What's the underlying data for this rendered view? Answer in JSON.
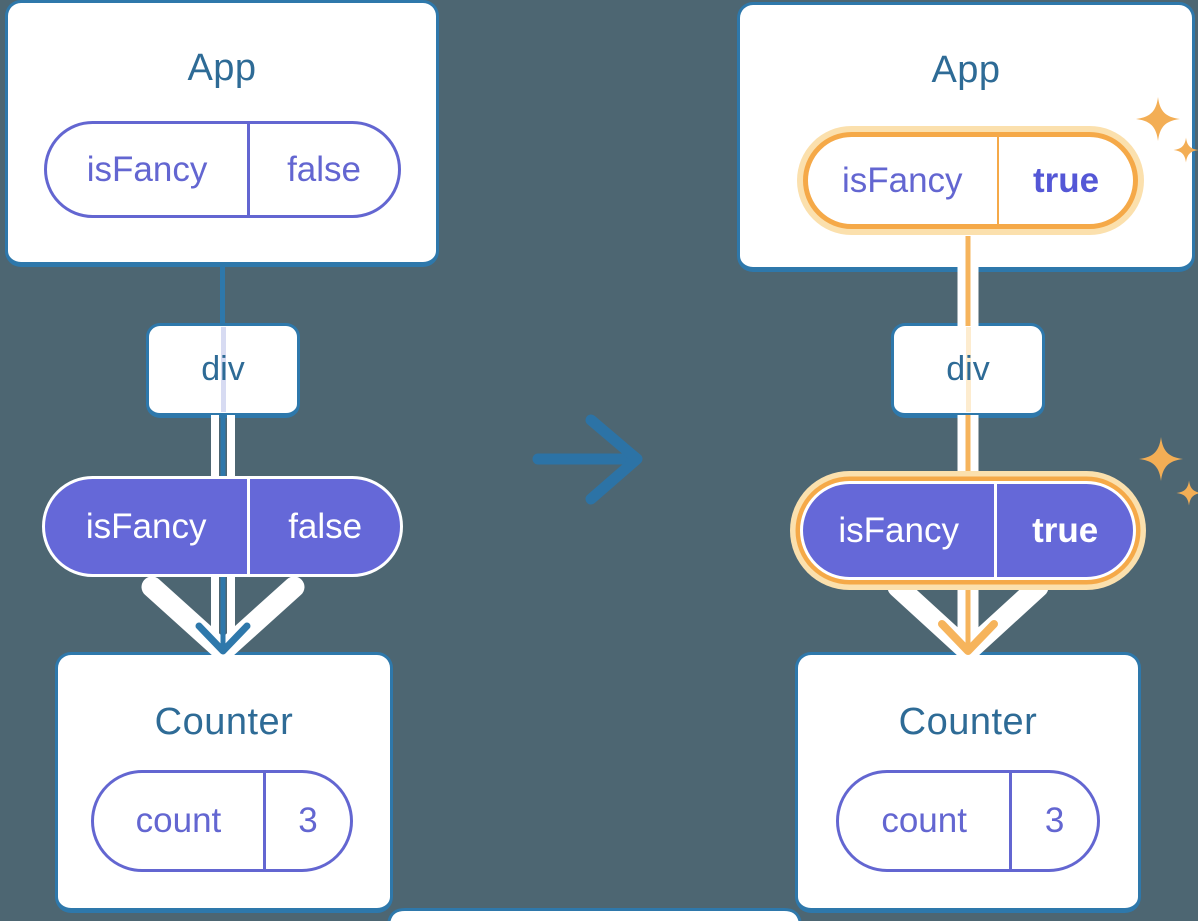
{
  "before": {
    "app": {
      "title": "App",
      "prop_name": "isFancy",
      "prop_value": "false"
    },
    "div_label": "div",
    "passed_prop": {
      "name": "isFancy",
      "value": "false"
    },
    "counter": {
      "title": "Counter",
      "state_name": "count",
      "state_value": "3"
    }
  },
  "after": {
    "app": {
      "title": "App",
      "prop_name": "isFancy",
      "prop_value": "true"
    },
    "div_label": "div",
    "passed_prop": {
      "name": "isFancy",
      "value": "true"
    },
    "counter": {
      "title": "Counter",
      "state_name": "count",
      "state_value": "3"
    }
  },
  "colors": {
    "background": "#4d6672",
    "card_border_blue": "#2e78ab",
    "title_text": "#2e6b96",
    "purple_text": "#6366d1",
    "purple_fill": "#6568d8",
    "lavender_line": "#d7dbf2",
    "orange_ring": "#f5a948",
    "orange_halo": "#fbe0ad",
    "orange_line": "#f6b45c",
    "orange_pale_line": "#fdeccf",
    "sparkle": "#f3ae55",
    "white": "#ffffff"
  },
  "icons": {
    "transition_arrow": "right-arrow",
    "flow_arrow": "down-chevron",
    "sparkles": "four-point-stars"
  }
}
